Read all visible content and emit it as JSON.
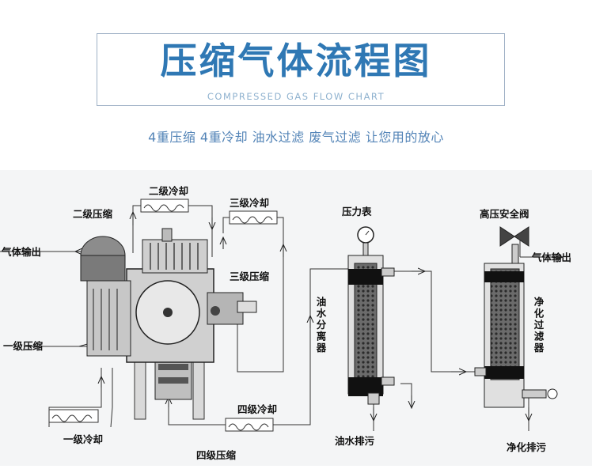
{
  "header": {
    "title": "压缩气体流程图",
    "subtitle": "COMPRESSED GAS FLOW CHART",
    "tagline": "4重压缩  4重冷却  油水过滤  废气过滤  让您用的放心"
  },
  "diagram": {
    "labels": {
      "stage2_compression": "二级压缩",
      "stage2_cooling": "二级冷却",
      "stage3_cooling": "三级冷却",
      "gas_output_left": "气体输出",
      "stage3_compression": "三级压缩",
      "stage1_compression": "一级压缩",
      "stage1_cooling": "一级冷却",
      "stage4_cooling": "四级冷却",
      "stage4_compression": "四级压缩",
      "pressure_gauge": "压力表",
      "oil_water_separator": "油水分离器",
      "oil_water_drain": "油水排污",
      "hp_safety_valve": "高压安全阀",
      "gas_output_right": "气体输出",
      "purification_filter": "净化过滤器",
      "purification_drain": "净化排污"
    }
  },
  "colors": {
    "title": "#2f78b4",
    "subtitle": "#8fb2cf",
    "tagline": "#5384b7",
    "diagram_bg": "#f4f5f6",
    "lines": "#222222"
  }
}
